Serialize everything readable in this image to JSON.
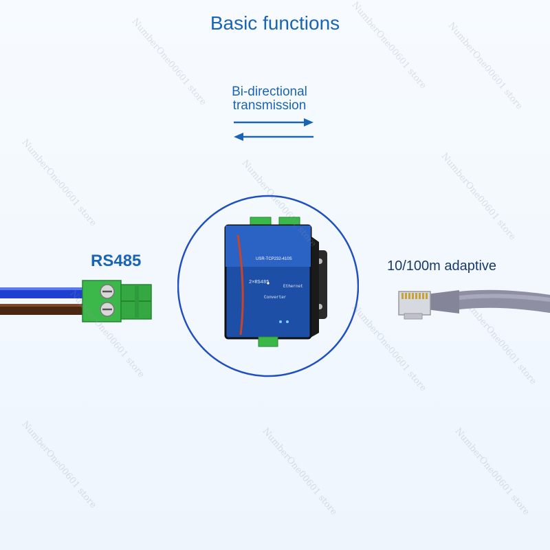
{
  "title": "Basic functions",
  "bidirectional": {
    "line1": "Bi-directional",
    "line2": "transmission"
  },
  "left_label": "RS485",
  "right_label": "10/100m adaptive",
  "device": {
    "model": "USR-TCP232-410S",
    "line1": "2×RS485",
    "line2": "Ethernet",
    "line3": "Converter"
  },
  "watermark_text": "NumberOne00601 store",
  "colors": {
    "accent": "#1a64b4",
    "terminal_green": "#3cb84a",
    "wire_blue": "#1f3fd0",
    "wire_brown": "#4a2710",
    "device_blue": "#1e4fa6",
    "cable_grey": "#8f8fa3"
  }
}
